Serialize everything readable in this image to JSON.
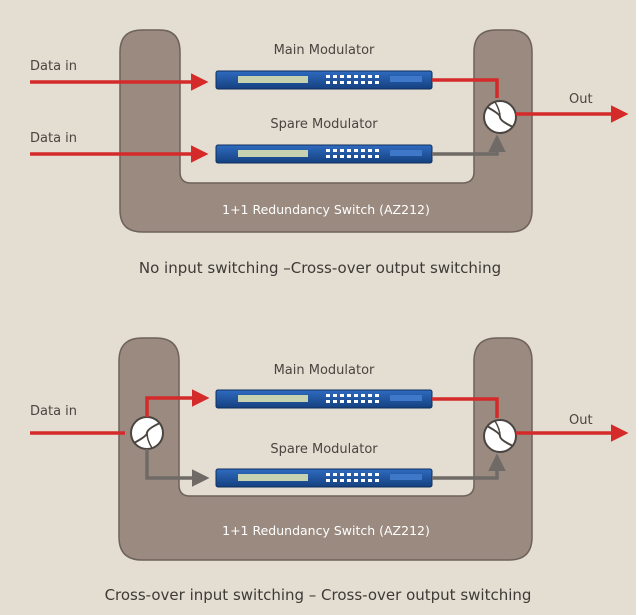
{
  "colors": {
    "background": "#e3ddd2",
    "switch_body": "#9a8a80",
    "switch_inner": "#e6e0d6",
    "signal_red": "#d42a2a",
    "signal_gray": "#6f6a66",
    "modulator_blue": "#1d4f9a"
  },
  "diagram_top": {
    "main_modulator_label": "Main Modulator",
    "spare_modulator_label": "Spare Modulator",
    "input_1_label": "Data in",
    "input_2_label": "Data in",
    "output_label": "Out",
    "switch_label": "1+1 Redundancy Switch (AZ212)",
    "caption": "No input switching –Cross-over output switching"
  },
  "diagram_bottom": {
    "main_modulator_label": "Main Modulator",
    "spare_modulator_label": "Spare Modulator",
    "input_label": "Data in",
    "output_label": "Out",
    "switch_label": "1+1 Redundancy Switch (AZ212)",
    "caption": "Cross-over input switching – Cross-over output switching"
  },
  "icons": {
    "output_switch": "crossover-switch-icon",
    "input_switch": "crossover-switch-icon",
    "modulator": "rack-modulator-icon"
  }
}
